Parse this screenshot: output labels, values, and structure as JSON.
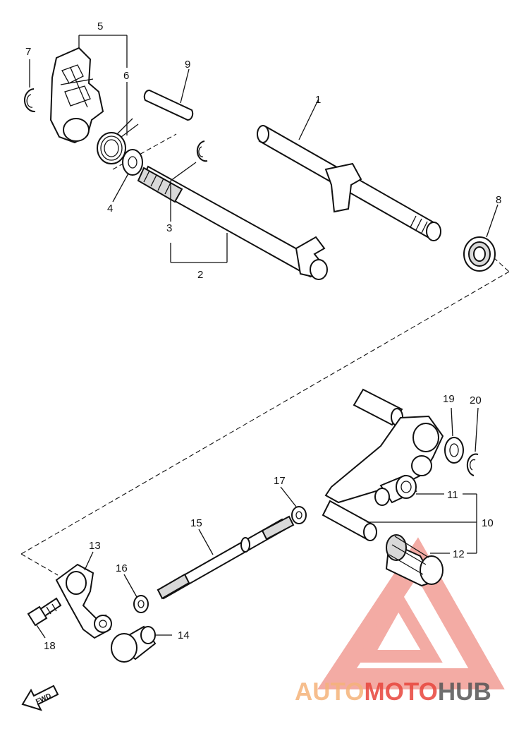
{
  "callouts": {
    "c1": "1",
    "c2": "2",
    "c3": "3",
    "c4": "4",
    "c5": "5",
    "c6": "6",
    "c7": "7",
    "c8": "8",
    "c9": "9",
    "c10": "10",
    "c11": "11",
    "c12": "12",
    "c13": "13",
    "c14": "14",
    "c15": "15",
    "c16": "16",
    "c17": "17",
    "c18": "18",
    "c19": "19",
    "c20": "20"
  },
  "fwd_label": "FWD",
  "watermark": {
    "part1": "AUTO",
    "part2": "MOTO",
    "part3": "HUB",
    "color_orange": "#f5b37a",
    "color_red": "#e8453c",
    "color_dark": "#555555"
  }
}
